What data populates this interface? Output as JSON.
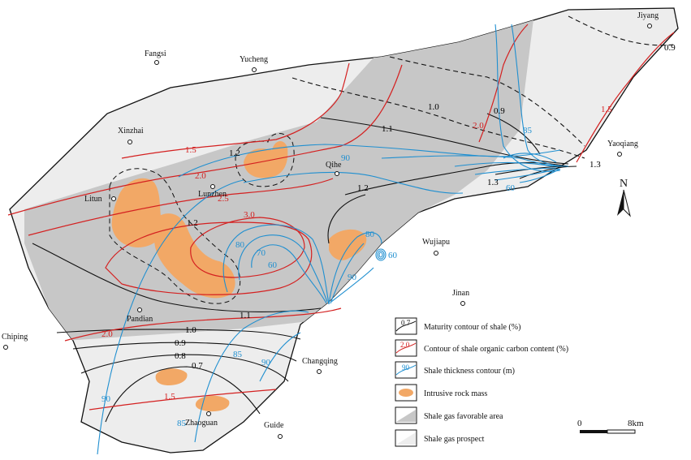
{
  "colors": {
    "favorable_fill": "#c7c7c7",
    "prospect_fill": "#ededed",
    "intrusive_fill": "#f2a866",
    "maturity_line": "#111111",
    "toc_line": "#d42020",
    "thickness_line": "#1f8fd0"
  },
  "cities": [
    {
      "name": "Jiyang"
    },
    {
      "name": "Fangsi"
    },
    {
      "name": "Yucheng"
    },
    {
      "name": "Xinzhai"
    },
    {
      "name": "Yaoqiang"
    },
    {
      "name": "Qihe"
    },
    {
      "name": "Litun"
    },
    {
      "name": "Lunzhen"
    },
    {
      "name": "Wujiapu"
    },
    {
      "name": "Jinan"
    },
    {
      "name": "Pandian"
    },
    {
      "name": "Chiping"
    },
    {
      "name": "Changqing"
    },
    {
      "name": "Zhaoguan"
    },
    {
      "name": "Guide"
    }
  ],
  "maturity_labels": [
    "0.9",
    "1.0",
    "0.9",
    "1.1",
    "1.2",
    "1.2",
    "1.2",
    "1.3",
    "1.3",
    "1.1",
    "1.0",
    "0.9",
    "0.8",
    "0.7"
  ],
  "toc_labels": [
    "1.5",
    "2.0",
    "1.5",
    "2.0",
    "2.5",
    "3.0",
    "2.0",
    "1.5"
  ],
  "thickness_labels": [
    "85",
    "90",
    "60",
    "80",
    "70",
    "60",
    "80",
    "90",
    "60",
    "85",
    "90",
    "90",
    "85"
  ],
  "legend": {
    "maturity_sample": "0.7",
    "maturity_label": "Maturity contour of shale (%)",
    "toc_sample": "2.0",
    "toc_label": "Contour of shale organic carbon content (%)",
    "thickness_sample": "90",
    "thickness_label": "Shale thickness contour (m)",
    "intrusive_label": "Intrusive rock mass",
    "favorable_label": "Shale gas favorable area",
    "prospect_label": "Shale gas prospect"
  },
  "scale": {
    "start": "0",
    "end": "8km"
  },
  "north": "N"
}
